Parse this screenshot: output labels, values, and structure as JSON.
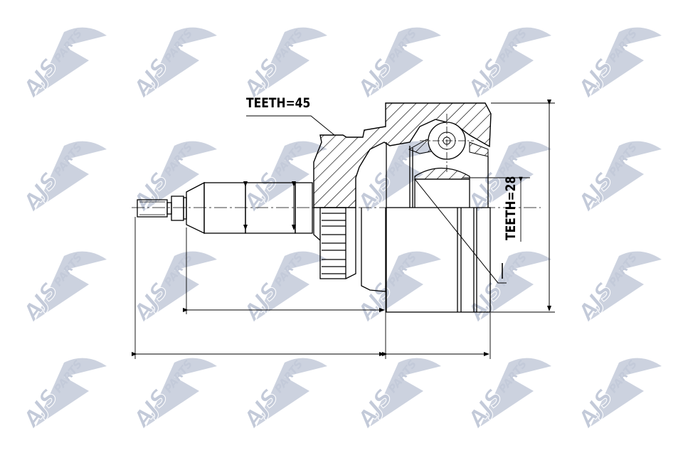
{
  "diagram": {
    "type": "technical drawing",
    "subject": "CV joint (outer) cross-section",
    "annotations": {
      "outer_teeth": "TEETH=45",
      "inner_teeth": "TEETH=28"
    },
    "watermark": {
      "brand": "AJS",
      "sub": "PARTS",
      "color": "#c3cad9",
      "rows": 4,
      "cols": 6
    },
    "colors": {
      "line": "#000000",
      "background": "#ffffff"
    }
  }
}
